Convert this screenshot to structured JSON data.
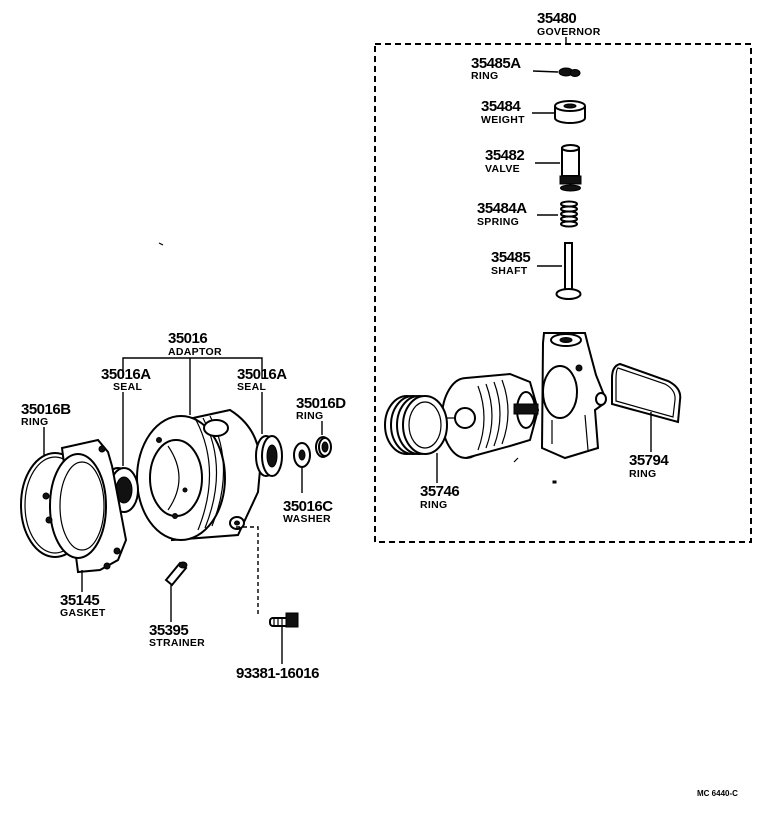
{
  "diagram_code": "MC 6440-C",
  "governor": {
    "number": "35480",
    "name": "GOVERNOR"
  },
  "ring_35485a": {
    "number": "35485A",
    "name": "RING"
  },
  "weight_35484": {
    "number": "35484",
    "name": "WEIGHT"
  },
  "valve_35482": {
    "number": "35482",
    "name": "VALVE"
  },
  "spring_35484a": {
    "number": "35484A",
    "name": "SPRING"
  },
  "shaft_35485": {
    "number": "35485",
    "name": "SHAFT"
  },
  "ring_35746": {
    "number": "35746",
    "name": "RING"
  },
  "ring_35794": {
    "number": "35794",
    "name": "RING"
  },
  "adaptor_35016": {
    "number": "35016",
    "name": "ADAPTOR"
  },
  "seal_left": {
    "number": "35016A",
    "name": "SEAL"
  },
  "seal_right": {
    "number": "35016A",
    "name": "SEAL"
  },
  "ring_35016b": {
    "number": "35016B",
    "name": "RING"
  },
  "ring_35016d": {
    "number": "35016D",
    "name": "RING"
  },
  "washer_35016c": {
    "number": "35016C",
    "name": "WASHER"
  },
  "gasket_35145": {
    "number": "35145",
    "name": "GASKET"
  },
  "strainer_35395": {
    "number": "35395",
    "name": "STRAINER"
  },
  "bolt": {
    "number": "93381-16016"
  }
}
